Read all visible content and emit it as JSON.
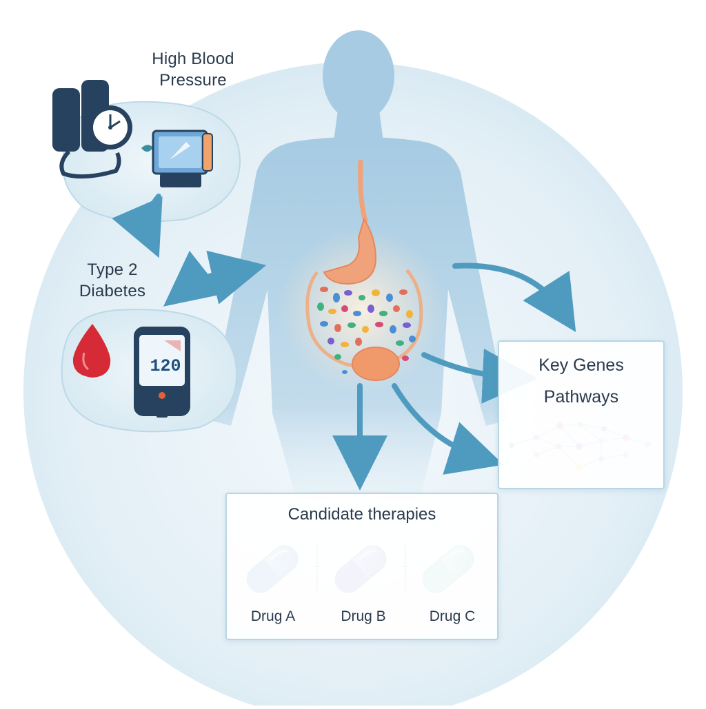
{
  "conditions": {
    "high_blood_pressure": "High Blood\nPressure",
    "type2_diabetes": "Type 2\nDiabetes",
    "glucose_reading": "120"
  },
  "genes_panel": {
    "line1": "Key Genes",
    "line2": "Pathways"
  },
  "therapies": {
    "title": "Candidate therapies",
    "drugs": [
      "Drug A",
      "Drug B",
      "Drug C"
    ]
  },
  "colors": {
    "arrow": "#4f9bbf",
    "body": "#a9cde3",
    "stomach": "#f0a27a",
    "drop": "#d62b36",
    "device_dark": "#27425e"
  }
}
